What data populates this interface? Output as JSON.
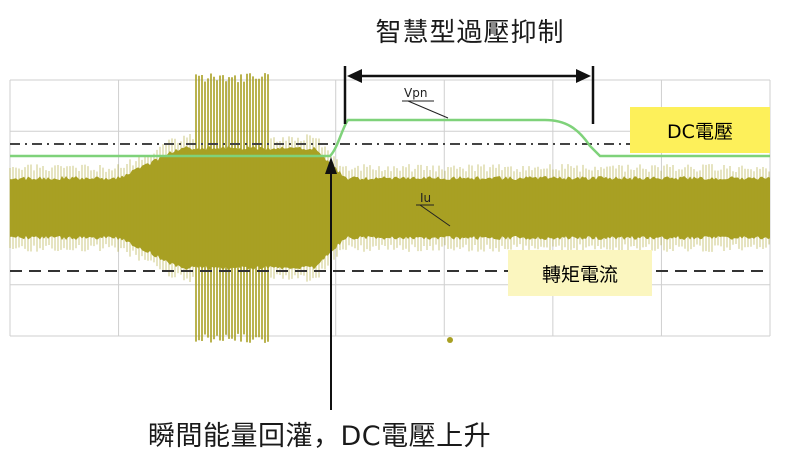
{
  "diagram": {
    "title": "智慧型過壓抑制",
    "caption": "瞬間能量回灌，DC電壓上升",
    "labels": {
      "dc_voltage": "DC電壓",
      "torque_current": "轉矩電流",
      "vpn": "Vpn",
      "iu": "Iu"
    },
    "colors": {
      "grid": "#cfcfcf",
      "current_waveform": "#a8a023",
      "voltage_trace": "#7fd27a",
      "dc_tag_bg": "#fdf05a",
      "torque_tag_bg": "#fbf6bf",
      "arrows": "#111111"
    }
  }
}
